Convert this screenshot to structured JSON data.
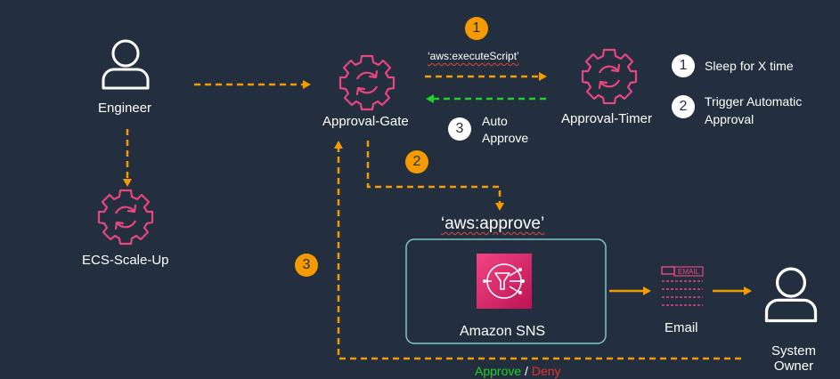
{
  "nodes": {
    "engineer": "Engineer",
    "ecs_scale_up": "ECS-Scale-Up",
    "approval_gate": "Approval-Gate",
    "approval_timer": "Approval-Timer",
    "sns": "Amazon SNS",
    "email": "Email",
    "email_icon_text": "EMAIL",
    "system_owner_line1": "System",
    "system_owner_line2": "Owner"
  },
  "edges": {
    "execute_script": "‘aws:executeScript’",
    "approve_step": "‘aws:approve’",
    "auto_line1": "Auto",
    "auto_line2": "Approve",
    "approve": "Approve",
    "slash": " / ",
    "deny": "Deny"
  },
  "badges": {
    "b1": "1",
    "b2": "2",
    "b3a": "3",
    "b3b": "3"
  },
  "timer_steps": [
    {
      "num": "1",
      "text": "Sleep for X time"
    },
    {
      "num": "2",
      "text_line1": "Trigger Automatic",
      "text_line2": "Approval"
    }
  ],
  "colors": {
    "background": "#232f3e",
    "arrow_orange": "#f59b00",
    "arrow_green": "#1fd12a",
    "icon_pink": "#e7467e",
    "sns_box_border": "#7ecac4",
    "sns_gradient_top": "#f34482",
    "sns_gradient_bottom": "#bc1356",
    "deny_red": "#e8312b"
  }
}
